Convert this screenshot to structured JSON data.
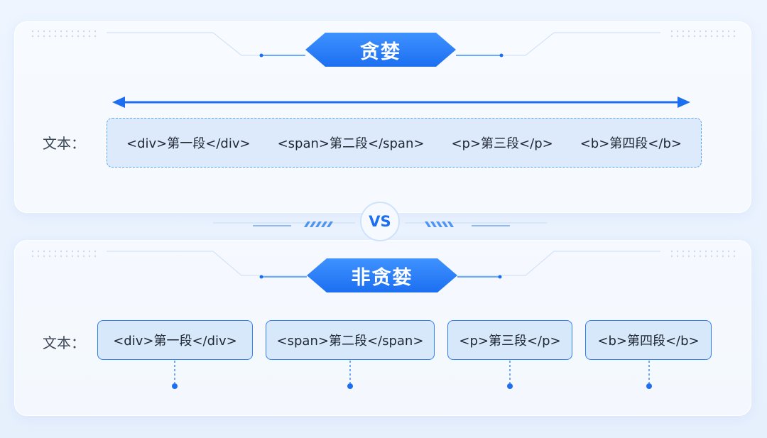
{
  "greedy": {
    "title": "贪婪",
    "label": "文本：",
    "segments": [
      "<div>第一段</div>",
      "<span>第二段</span>",
      "<p>第三段</p>",
      "<b>第四段</b>"
    ]
  },
  "vs": "VS",
  "lazy": {
    "title": "非贪婪",
    "label": "文本：",
    "segments": [
      "<div>第一段</div>",
      "<span>第二段</span>",
      "<p>第三段</p>",
      "<b>第四段</b>"
    ]
  },
  "colors": {
    "accent": "#1c6ff0",
    "box_fill": "#d8e8fb",
    "dashed_border": "#59a6f0"
  }
}
